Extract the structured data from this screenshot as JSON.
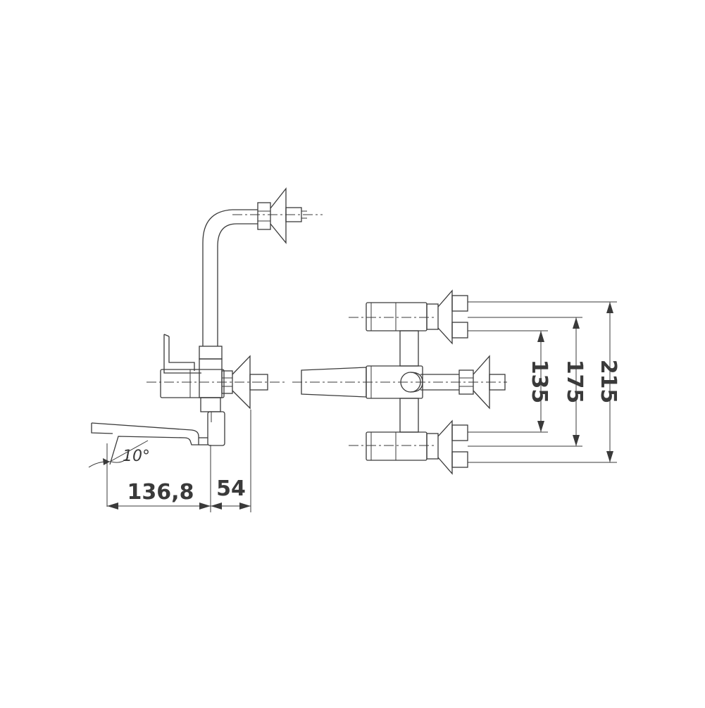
{
  "dimensions": {
    "spout_reach": "136,8",
    "wall_offset": "54",
    "center_135": "135",
    "center_175": "175",
    "center_215": "215",
    "spout_angle": "10°"
  }
}
